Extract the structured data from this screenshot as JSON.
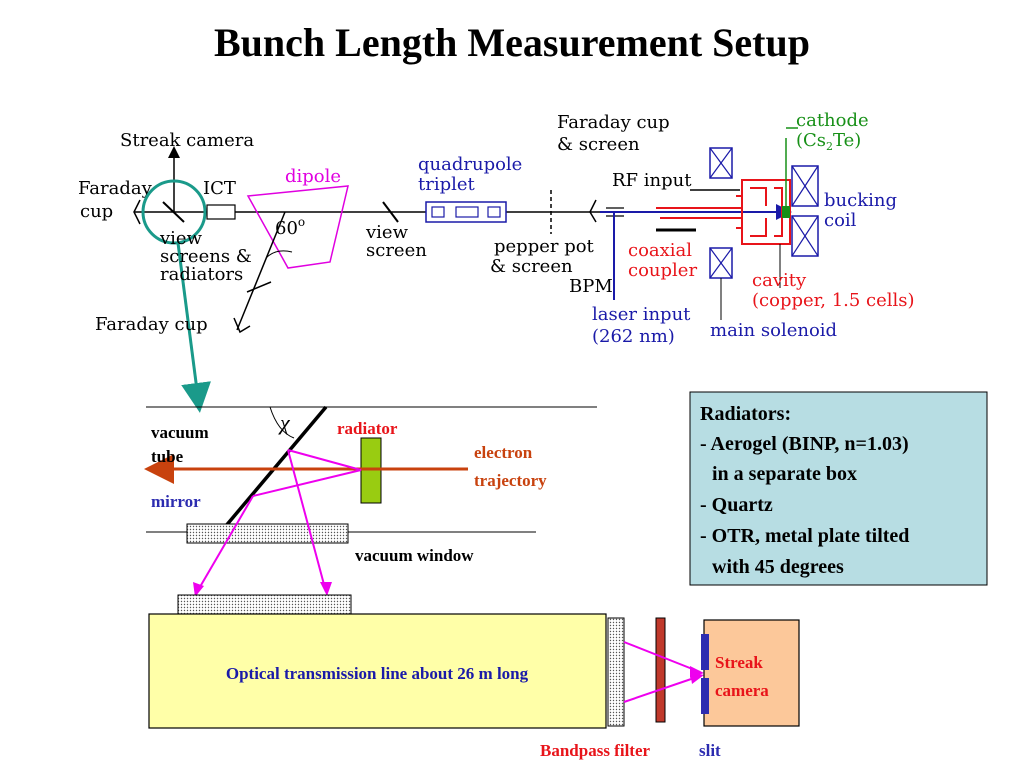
{
  "title": "Bunch Length Measurement Setup",
  "beamline": {
    "streak_camera": "Streak camera",
    "faraday_cup_left_1": "Faraday",
    "faraday_cup_left_2": "cup",
    "ict": "ICT",
    "dipole": "dipole",
    "angle": "60",
    "quadrupole_1": "quadrupole",
    "quadrupole_2": "triplet",
    "view_screens_1": "view",
    "view_screens_2": "screens &",
    "view_screens_3": "radiators",
    "view_screen_1": "view",
    "view_screen_2": "screen",
    "faraday_cup_bottom": "Faraday cup",
    "faraday_cup_top_1": "Faraday cup",
    "faraday_cup_top_2": "& screen",
    "pepper_pot_1": "pepper pot",
    "pepper_pot_2": "& screen",
    "rf_input": "RF input",
    "bpm": "BPM",
    "coaxial_1": "coaxial",
    "coaxial_2": "coupler",
    "laser_1": "laser input",
    "laser_2": "(262 nm)",
    "cathode_1": "cathode",
    "cathode_2a": "(Cs",
    "cathode_2sub": "2",
    "cathode_2b": "Te)",
    "bucking_1": "bucking",
    "bucking_2": "coil",
    "cavity_1": "cavity",
    "cavity_2": "(copper, 1.5 cells)",
    "main_solenoid": "main solenoid"
  },
  "detail": {
    "chi": "χ",
    "vacuum_tube_1": "vacuum",
    "vacuum_tube_2": "tube",
    "radiator": "radiator",
    "electron_1": "electron",
    "electron_2": "trajectory",
    "mirror": "mirror",
    "vacuum_window": "vacuum window",
    "optical_line": "Optical transmission line about 26 m long",
    "streak_1": "Streak",
    "streak_2": "camera",
    "bandpass": "Bandpass filter",
    "slit": "slit"
  },
  "radiators_box": {
    "heading": "Radiators:",
    "line1": "- Aerogel (BINP, n=1.03)",
    "line2": "in a separate box",
    "line3": "- Quartz",
    "line4": "- OTR, metal plate tilted",
    "line5": "with 45 degrees"
  },
  "colors": {
    "teal": "#1a9a8a",
    "magenta": "#ee00ee",
    "electron": "#c8420e",
    "radiator_fill": "#99cc11",
    "optical_fill": "#ffffa8",
    "streak_fill": "#fcc89a",
    "info_fill": "#b7dde3",
    "filter_fill": "#c0392b"
  }
}
